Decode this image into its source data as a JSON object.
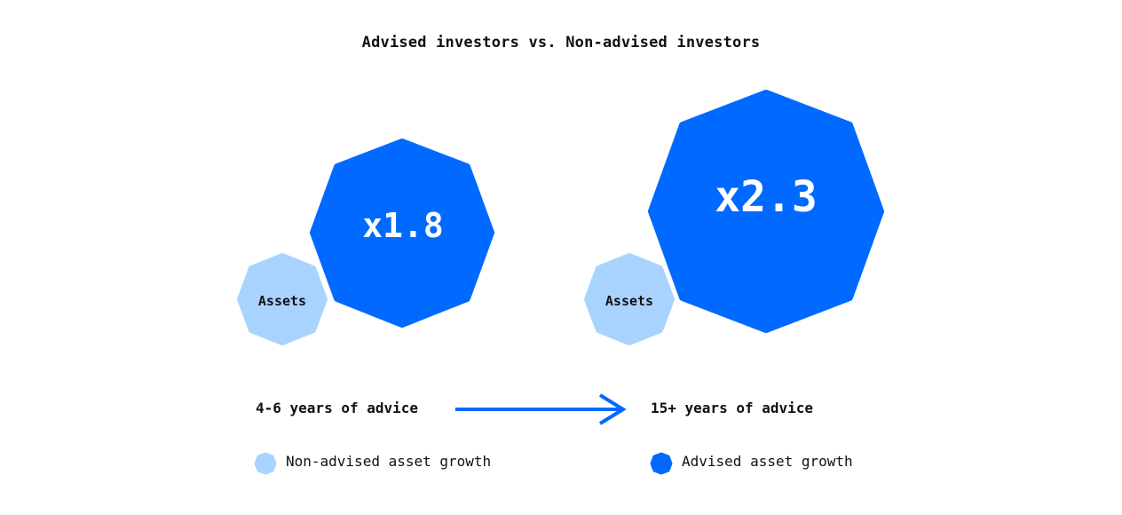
{
  "title": "Advised investors vs. Non-advised investors",
  "colors": {
    "advised": "#0069FF",
    "non_advised": "#A9D3FF",
    "text": "#111111"
  },
  "groups": [
    {
      "period": "4-6 years of advice",
      "asset_label": "Assets",
      "multiplier": "x1.8"
    },
    {
      "period": "15+ years of advice",
      "asset_label": "Assets",
      "multiplier": "x2.3"
    }
  ],
  "legend": [
    {
      "label": "Non-advised asset growth",
      "color": "#A9D3FF"
    },
    {
      "label": "Advised asset growth",
      "color": "#0069FF"
    }
  ]
}
